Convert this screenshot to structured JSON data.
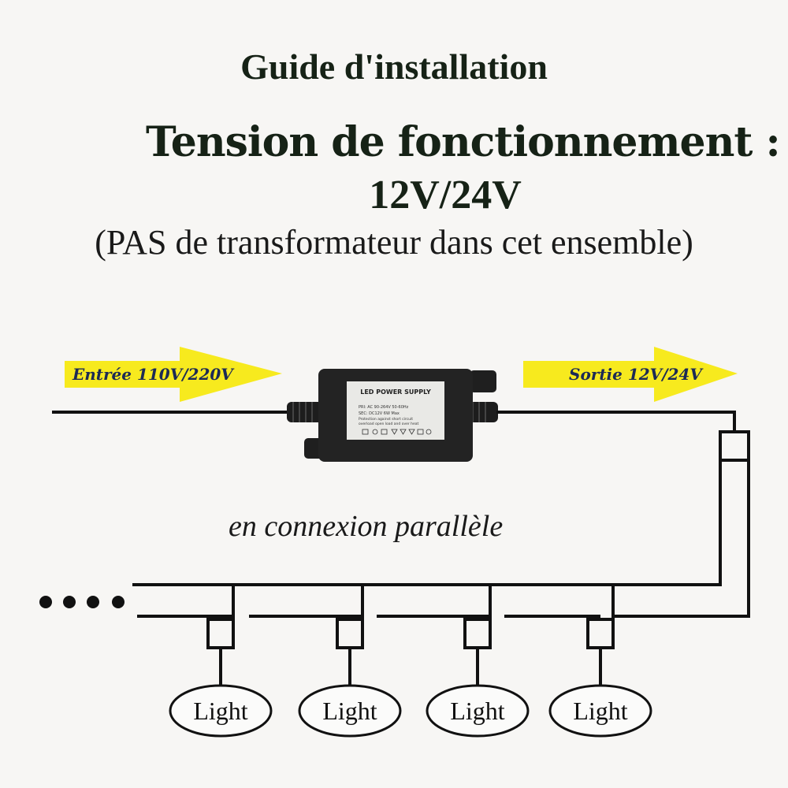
{
  "header": {
    "guide_title": "Guide d'installation",
    "tension_line1": "Tension de fonctionnement :",
    "tension_line2": "12V/24V",
    "no_transformer": "(PAS de transformateur dans cet ensemble)"
  },
  "arrows": {
    "input_label": "Entrée 110V/220V",
    "output_label": "Sortie 12V/24V",
    "fill_color": "#f7ea1e"
  },
  "power_supply": {
    "title": "LED POWER SUPPLY",
    "spec_pri": "PRI: AC 90-264V  50-60Hz",
    "spec_sec": "SEC: DC12V        6W Max",
    "protection_1": "Protection against short circuit",
    "protection_2": "overload open load and over heat"
  },
  "diagram": {
    "parallel_label": "en connexion parallèle",
    "continuation": "....",
    "lights": [
      {
        "label": "Light"
      },
      {
        "label": "Light"
      },
      {
        "label": "Light"
      },
      {
        "label": "Light"
      }
    ]
  }
}
